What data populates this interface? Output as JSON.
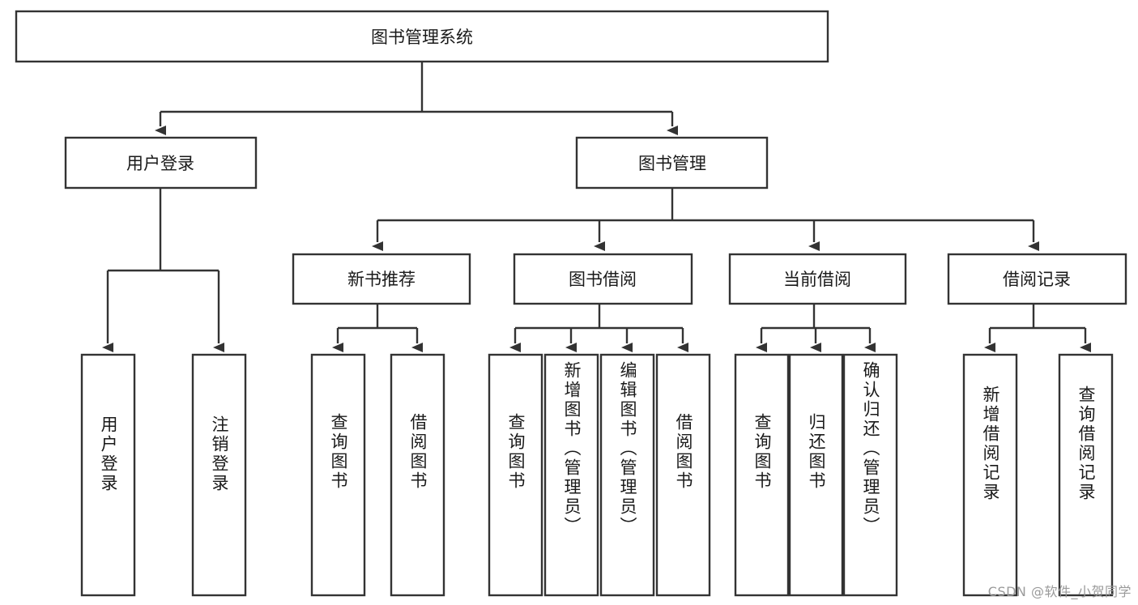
{
  "diagram": {
    "type": "hierarchy-tree",
    "title": "图书管理系统",
    "levels": 4,
    "watermark": "CSDN @软件_小贺同学",
    "root": {
      "id": "root",
      "label": "图书管理系统",
      "orientation": "horizontal"
    },
    "level2": [
      {
        "id": "user-login",
        "label": "用户登录",
        "orientation": "horizontal"
      },
      {
        "id": "book-manage",
        "label": "图书管理",
        "orientation": "horizontal"
      }
    ],
    "level3": [
      {
        "id": "new-book-recommend",
        "label": "新书推荐",
        "parent": "book-manage",
        "orientation": "horizontal"
      },
      {
        "id": "book-borrow",
        "label": "图书借阅",
        "parent": "book-manage",
        "orientation": "horizontal"
      },
      {
        "id": "current-borrow",
        "label": "当前借阅",
        "parent": "book-manage",
        "orientation": "horizontal"
      },
      {
        "id": "borrow-record",
        "label": "借阅记录",
        "parent": "book-manage",
        "orientation": "horizontal"
      }
    ],
    "leaves": [
      {
        "id": "leaf-user-login",
        "label": "用户登录",
        "parent": "user-login",
        "orientation": "vertical"
      },
      {
        "id": "leaf-logout-login",
        "label": "注销登录",
        "parent": "user-login",
        "orientation": "vertical"
      },
      {
        "id": "leaf-query-book-rec",
        "label": "查询图书",
        "parent": "new-book-recommend",
        "orientation": "vertical"
      },
      {
        "id": "leaf-borrow-book-rec",
        "label": "借阅图书",
        "parent": "new-book-recommend",
        "orientation": "vertical"
      },
      {
        "id": "leaf-query-book-borrow",
        "label": "查询图书",
        "parent": "book-borrow",
        "orientation": "vertical"
      },
      {
        "id": "leaf-add-book-admin",
        "label": "新增图书（管理员）",
        "parent": "book-borrow",
        "orientation": "vertical"
      },
      {
        "id": "leaf-edit-book-admin",
        "label": "编辑图书（管理员）",
        "parent": "book-borrow",
        "orientation": "vertical"
      },
      {
        "id": "leaf-borrow-book",
        "label": "借阅图书",
        "parent": "book-borrow",
        "orientation": "vertical"
      },
      {
        "id": "leaf-query-book-current",
        "label": "查询图书",
        "parent": "current-borrow",
        "orientation": "vertical"
      },
      {
        "id": "leaf-return-book",
        "label": "归还图书",
        "parent": "current-borrow",
        "orientation": "vertical"
      },
      {
        "id": "leaf-confirm-return-admin",
        "label": "确认归还（管理员）",
        "parent": "current-borrow",
        "orientation": "vertical"
      },
      {
        "id": "leaf-add-borrow-record",
        "label": "新增借阅记录",
        "parent": "borrow-record",
        "orientation": "vertical"
      },
      {
        "id": "leaf-query-borrow-record",
        "label": "查询借阅记录",
        "parent": "borrow-record",
        "orientation": "vertical"
      }
    ],
    "colors": {
      "box_fill": "#ffffff",
      "box_stroke": "#333333",
      "text": "#1a1a1a",
      "watermark": "#9a9a9a",
      "background": "#ffffff"
    }
  }
}
